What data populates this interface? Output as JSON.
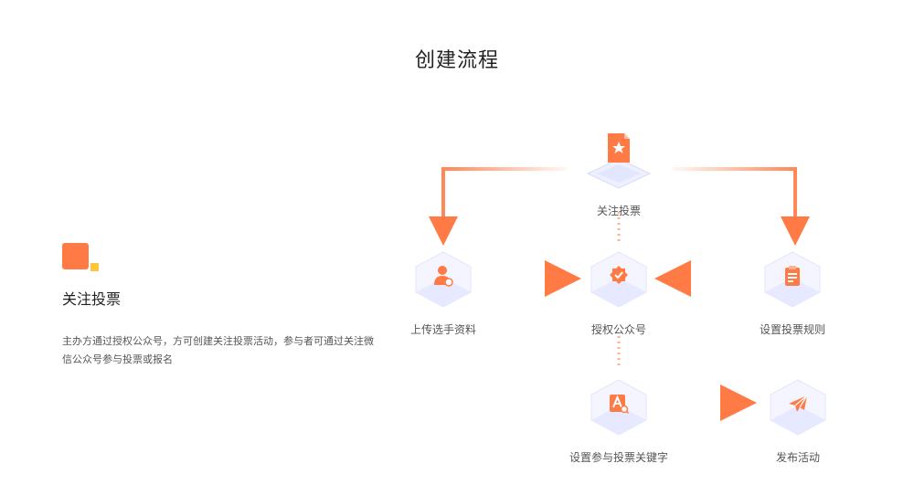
{
  "title": "创建流程",
  "info": {
    "title": "关注投票",
    "description": "主办方通过授权公众号，方可创建关注投票活动，参与者可通过关注微信公众号参与投票或报名"
  },
  "colors": {
    "accent": "#ff7a45",
    "accent_light": "#ffb38f",
    "secondary": "#ffc53d",
    "platform": "#eef0ff",
    "platform_edge": "#d7dbf7"
  },
  "flow": {
    "nodes": [
      {
        "id": "follow-vote",
        "label": "关注投票",
        "icon": "document-star-icon"
      },
      {
        "id": "upload-profile",
        "label": "上传选手资料",
        "icon": "user-upload-icon"
      },
      {
        "id": "authorize",
        "label": "授权公众号",
        "icon": "verified-badge-icon"
      },
      {
        "id": "rules",
        "label": "设置投票规则",
        "icon": "clipboard-icon"
      },
      {
        "id": "keyword",
        "label": "设置参与投票关键字",
        "icon": "keyword-search-icon"
      },
      {
        "id": "publish",
        "label": "发布活动",
        "icon": "paper-plane-icon"
      }
    ]
  }
}
